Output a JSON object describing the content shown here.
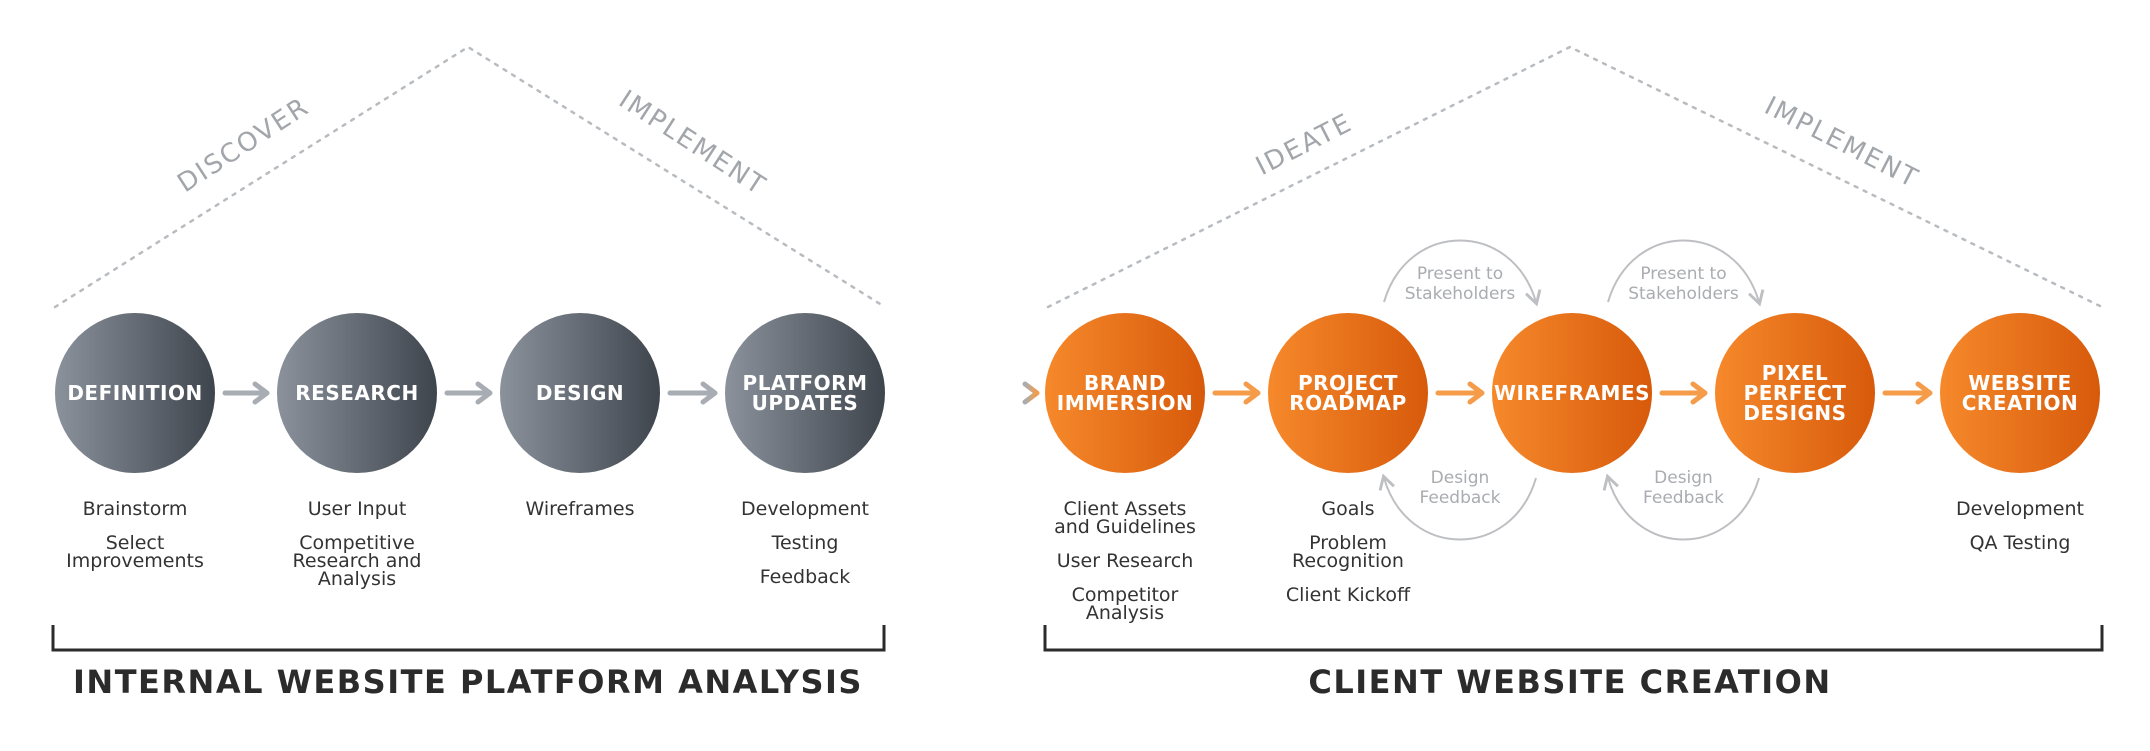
{
  "left": {
    "title": "INTERNAL WEBSITE PLATFORM ANALYSIS",
    "phases": [
      "DISCOVER",
      "IMPLEMENT"
    ],
    "steps": [
      {
        "label": [
          "DEFINITION"
        ],
        "items": [
          [
            "Brainstorm"
          ],
          [
            "Select",
            "Improvements"
          ]
        ]
      },
      {
        "label": [
          "RESEARCH"
        ],
        "items": [
          [
            "User Input"
          ],
          [
            "Competitive",
            "Research and",
            "Analysis"
          ]
        ]
      },
      {
        "label": [
          "DESIGN"
        ],
        "items": [
          [
            "Wireframes"
          ]
        ]
      },
      {
        "label": [
          "PLATFORM",
          "UPDATES"
        ],
        "items": [
          [
            "Development"
          ],
          [
            "Testing"
          ],
          [
            "Feedback"
          ]
        ]
      }
    ]
  },
  "right": {
    "title": "CLIENT WEBSITE CREATION",
    "phases": [
      "IDEATE",
      "IMPLEMENT"
    ],
    "steps": [
      {
        "label": [
          "BRAND",
          "IMMERSION"
        ],
        "items": [
          [
            "Client Assets",
            "and Guidelines"
          ],
          [
            "User Research"
          ],
          [
            "Competitor",
            "Analysis"
          ]
        ]
      },
      {
        "label": [
          "PROJECT",
          "ROADMAP"
        ],
        "items": [
          [
            "Goals"
          ],
          [
            "Problem",
            "Recognition"
          ],
          [
            "Client Kickoff"
          ]
        ]
      },
      {
        "label": [
          "WIREFRAMES"
        ],
        "items": []
      },
      {
        "label": [
          "PIXEL",
          "PERFECT",
          "DESIGNS"
        ],
        "items": []
      },
      {
        "label": [
          "WEBSITE",
          "CREATION"
        ],
        "items": [
          [
            "Development"
          ],
          [
            "QA Testing"
          ]
        ]
      }
    ],
    "loops": [
      {
        "top": [
          "Present to",
          "Stakeholders"
        ],
        "bottom": [
          "Design",
          "Feedback"
        ]
      },
      {
        "top": [
          "Present to",
          "Stakeholders"
        ],
        "bottom": [
          "Design",
          "Feedback"
        ]
      }
    ]
  },
  "colors": {
    "gray_light": "#8b929c",
    "gray_dark": "#3f454d",
    "orange_light": "#f6892b",
    "orange_dark": "#d75a0b",
    "arrow_gray": "#a7adb3",
    "arrow_orange": "#f59c4a",
    "dotted": "#b8bbbf",
    "loop": "#bdbfc2",
    "bracket": "#2b2b2b"
  }
}
